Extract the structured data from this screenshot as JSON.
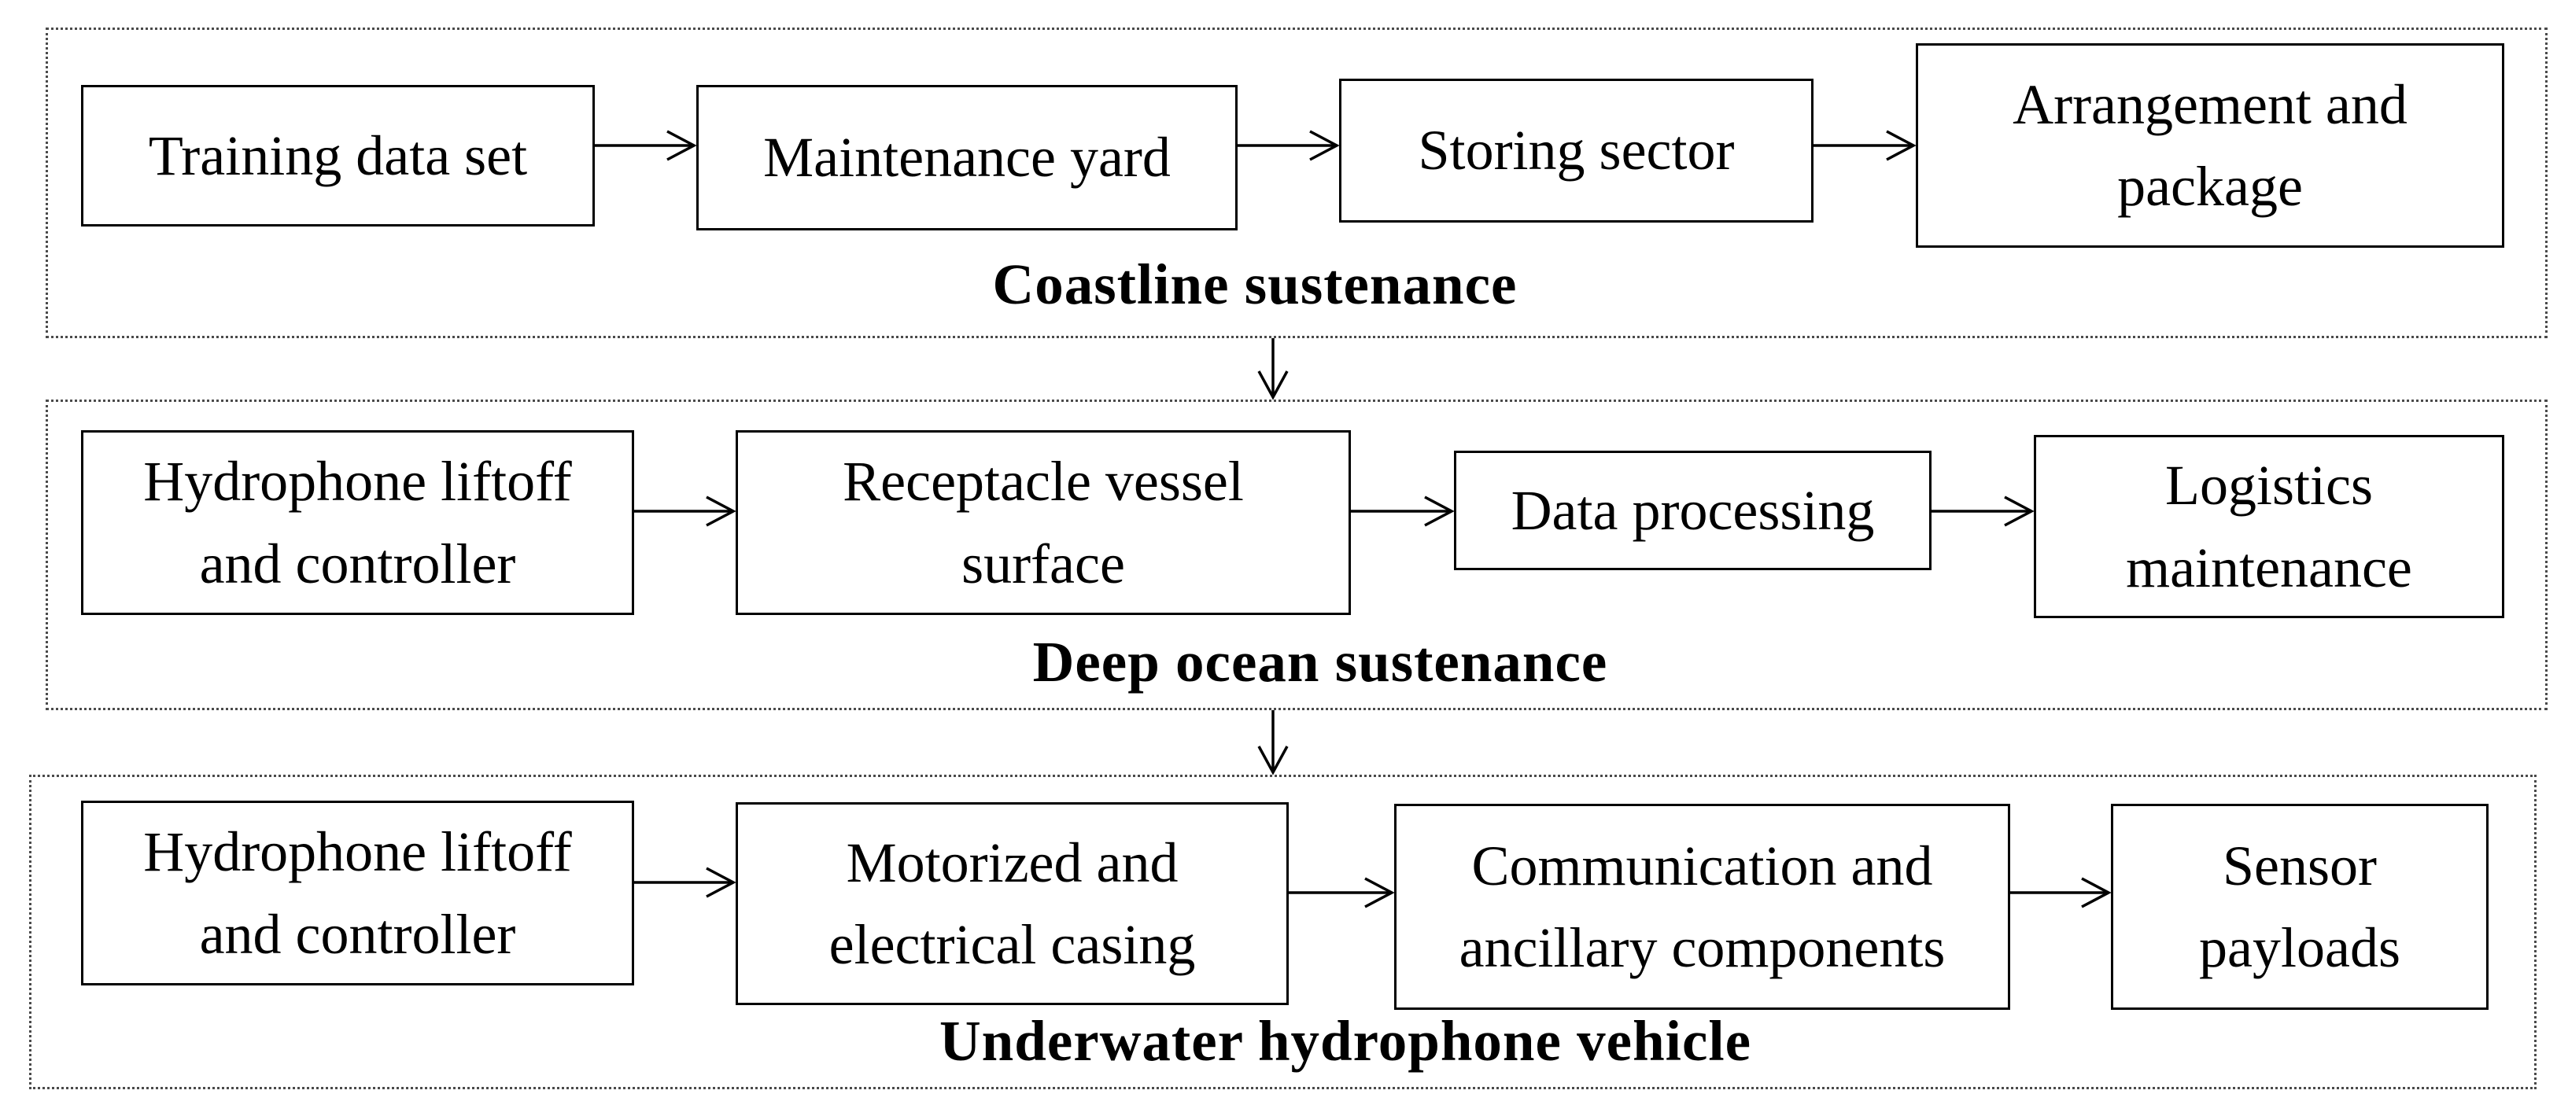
{
  "groups": [
    {
      "title": "Coastline sustenance",
      "boxes": [
        "Training  data set",
        "Maintenance yard",
        "Storing sector",
        "Arrangement and\npackage"
      ]
    },
    {
      "title": "Deep ocean sustenance",
      "boxes": [
        "Hydrophone liftoff\nand controller",
        "Receptacle vessel\nsurface",
        "Data processing",
        "Logistics\nmaintenance"
      ]
    },
    {
      "title": "Underwater hydrophone vehicle",
      "boxes": [
        "Hydrophone liftoff\nand controller",
        "Motorized and\nelectrical  casing",
        "Communication and\nancillary  components",
        "Sensor\npayloads"
      ]
    }
  ]
}
